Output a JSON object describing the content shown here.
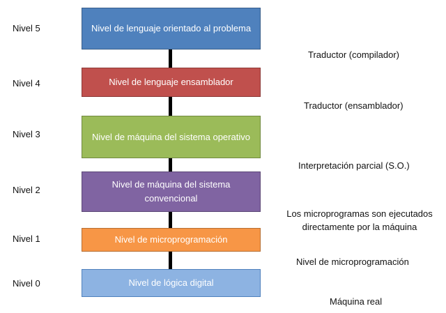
{
  "levels": [
    {
      "label": "Nivel 5",
      "box_text": "Nivel de lenguaje orientado al problema",
      "fill": "#4F81BD",
      "border": "#385D8A"
    },
    {
      "label": "Nivel 4",
      "box_text": "Nivel de lenguaje ensamblador",
      "fill": "#C0504D",
      "border": "#8C3836"
    },
    {
      "label": "Nivel 3",
      "box_text": "Nivel de máquina del sistema operativo",
      "fill": "#9BBB59",
      "border": "#71893F"
    },
    {
      "label": "Nivel 2",
      "box_text": "Nivel de máquina del sistema convencional",
      "fill": "#8064A2",
      "border": "#5C4776"
    },
    {
      "label": "Nivel 1",
      "box_text": "Nivel de microprogramación",
      "fill": "#F79646",
      "border": "#B66D31"
    },
    {
      "label": "Nivel 0",
      "box_text": "Nivel de lógica digital",
      "fill": "#8DB3E2",
      "border": "#4F81BD"
    }
  ],
  "notes": [
    {
      "text": "Traductor (compilador)"
    },
    {
      "text": "Traductor (ensamblador)"
    },
    {
      "text": "Interpretación parcial (S.O.)"
    },
    {
      "text": "Los microprogramas son ejecutados directamente por la máquina"
    },
    {
      "text": "Nivel de microprogramación"
    },
    {
      "text": "Máquina real"
    }
  ]
}
